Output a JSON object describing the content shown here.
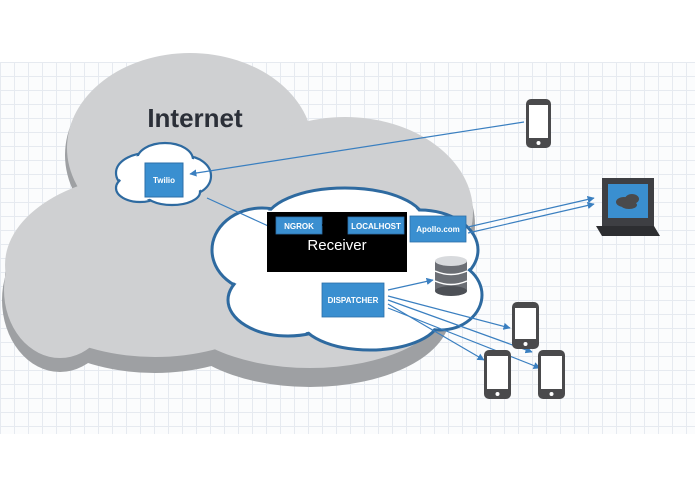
{
  "diagram": {
    "cloud_title": "Internet",
    "twilio_label": "Twilio",
    "ngrok_label": "NGROK",
    "localhost_label": "LOCALHOST",
    "receiver_label": "Receiver",
    "apollo_label": "Apollo.com",
    "dispatcher_label": "DISPATCHER",
    "icons": [
      "smartphone-icon",
      "desktop-computer-icon",
      "database-icon"
    ],
    "colors": {
      "cloud_gray": "#cfd0d2",
      "cloud_shadow": "#9ea0a3",
      "box_blue": "#3a8fd0",
      "outline_blue": "#2e6aa0",
      "receiver_black": "#000000",
      "device_gray": "#4a4a4c"
    }
  }
}
